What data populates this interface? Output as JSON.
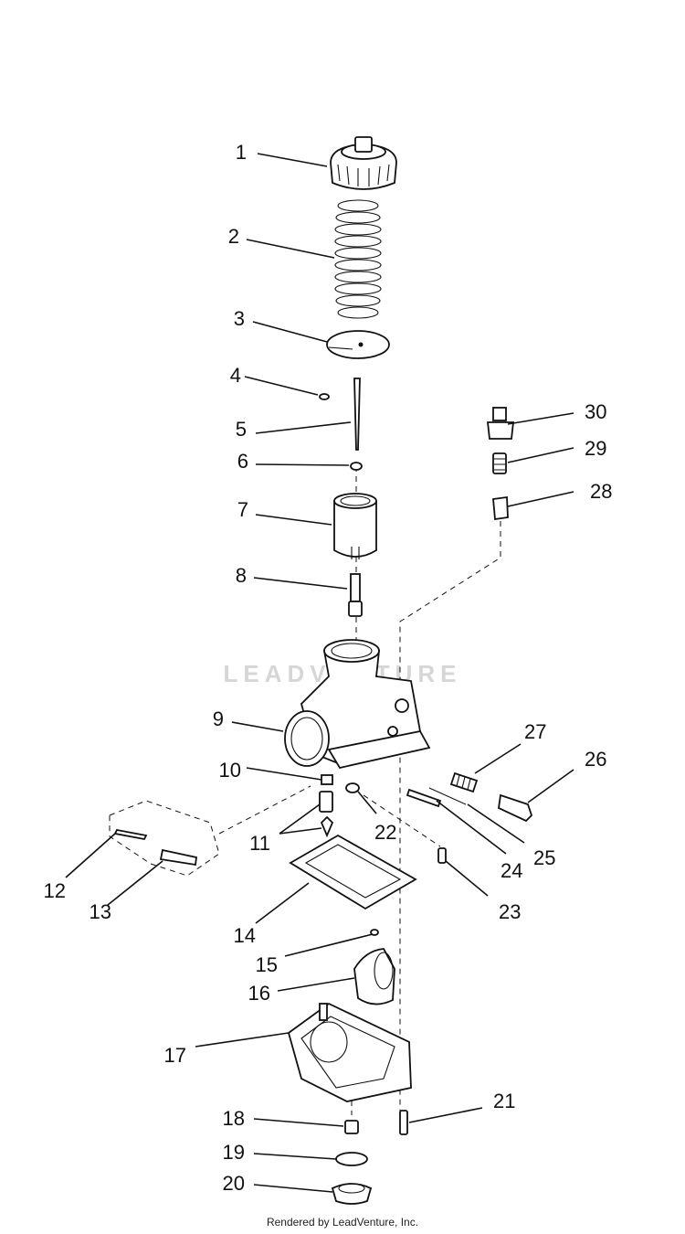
{
  "watermark": "LEADVENTURE",
  "footer": "Rendered by LeadVenture, Inc.",
  "callouts": [
    "1",
    "2",
    "3",
    "4",
    "5",
    "6",
    "7",
    "8",
    "9",
    "10",
    "11",
    "12",
    "13",
    "14",
    "15",
    "16",
    "17",
    "18",
    "19",
    "20",
    "21",
    "22",
    "23",
    "24",
    "25",
    "26",
    "27",
    "28",
    "29",
    "30"
  ]
}
